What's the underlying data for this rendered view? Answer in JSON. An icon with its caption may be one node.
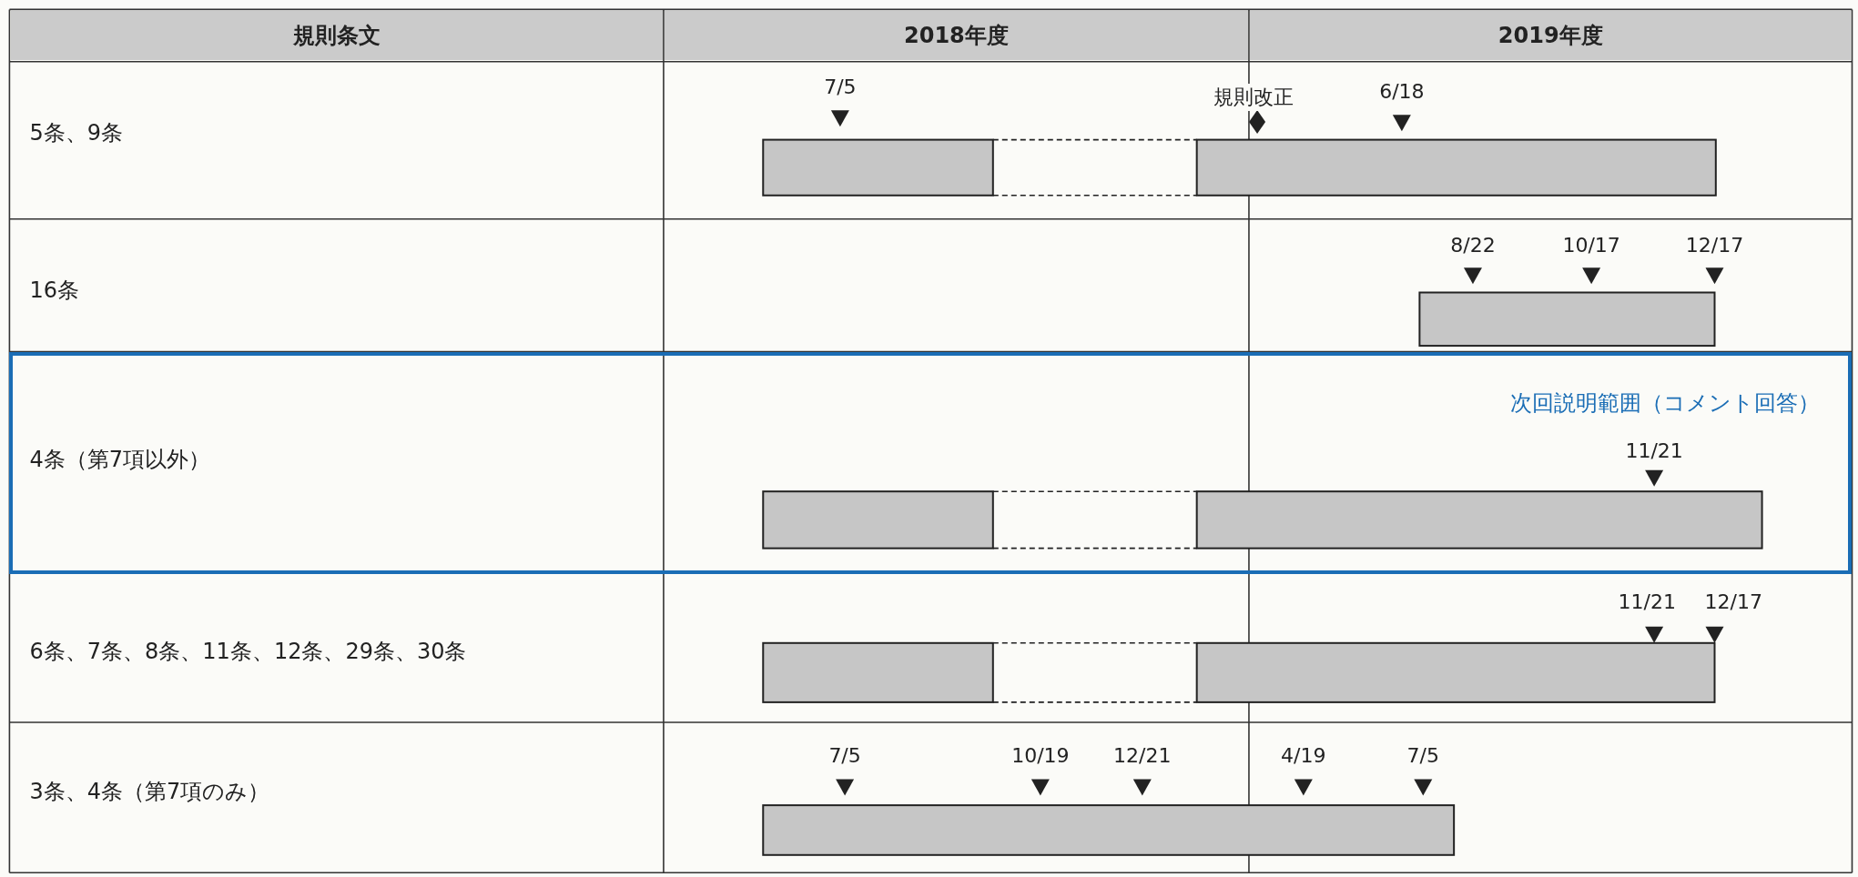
{
  "diagram": {
    "nodes": [
      {
        "text": [
          "次回説明範囲（コメント回答）"
        ]
      }
    ],
    "edges": [],
    "labels": [
      "規則条文",
      "2018年度",
      "2019年度",
      "5条、9条",
      "7/5",
      "規則改正",
      "6/18",
      "16条",
      "8/22",
      "10/17",
      "12/17",
      "4条（第7項以外）",
      "11/21",
      "6条、7条、8条、11条、12条、29条、30条",
      "11/21",
      "12/17",
      "3条、4条（第7項のみ）",
      "7/5",
      "10/19",
      "12/21",
      "4/19",
      "7/5"
    ]
  }
}
